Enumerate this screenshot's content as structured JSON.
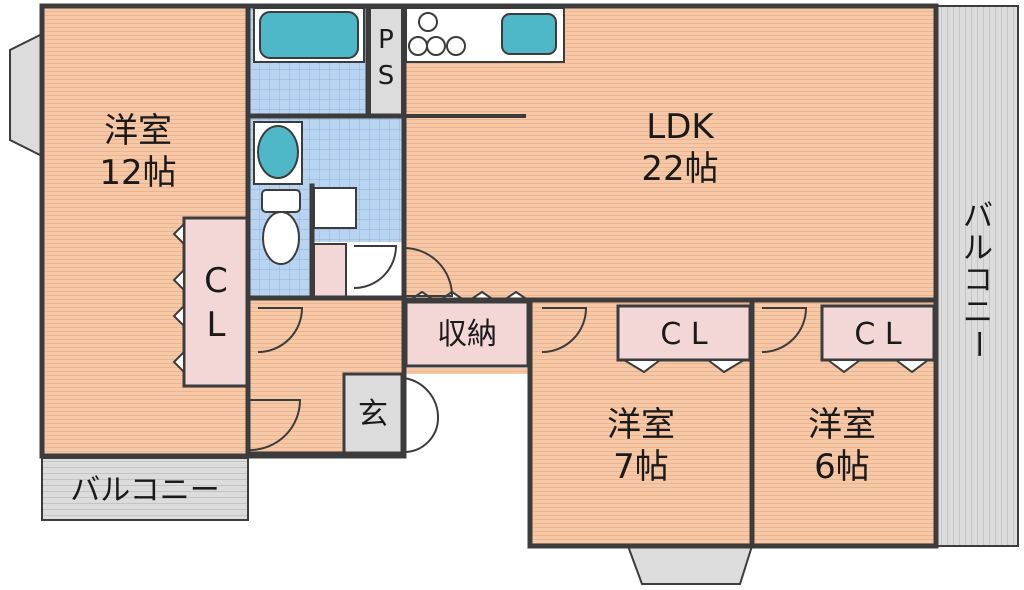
{
  "rooms": {
    "western_left": {
      "name": "洋室",
      "size": "12帖"
    },
    "ldk": {
      "name": "LDK",
      "size": "22帖"
    },
    "western_mid": {
      "name": "洋室",
      "size": "7帖"
    },
    "western_right": {
      "name": "洋室",
      "size": "6帖"
    }
  },
  "labels": {
    "closet_left_1": "C",
    "closet_left_2": "L",
    "closet_mid": "C L",
    "closet_right": "C L",
    "storage": "収納",
    "entrance": "玄",
    "ps_1": "P",
    "ps_2": "S",
    "balcony_bottom": "バルコニー",
    "balcony_right": [
      "バ",
      "ル",
      "コ",
      "ニ",
      "ー"
    ]
  },
  "colors": {
    "room_floor": "#f6c8a6",
    "wet_area": "#b8d4f0",
    "closet": "#f3d6d6",
    "balcony": "#dcdcdc",
    "wall": "#3c3c3c",
    "fixture": "#4fb8c8"
  }
}
